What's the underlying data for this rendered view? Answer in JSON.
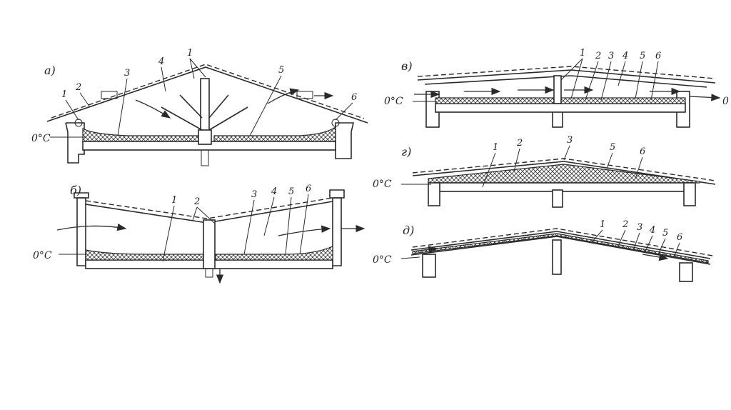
{
  "panels": {
    "a": {
      "label": "а)",
      "temp": "0°C",
      "callouts": [
        "1",
        "2",
        "3",
        "4",
        "1",
        "5",
        "6"
      ]
    },
    "b": {
      "label": "б)",
      "temp": "0°C",
      "callouts": [
        "1",
        "2",
        "3",
        "4",
        "5",
        "6"
      ]
    },
    "v": {
      "label": "в)",
      "temp": "0°C",
      "temp_right": "0",
      "callouts": [
        "1",
        "2",
        "3",
        "4",
        "5",
        "6"
      ]
    },
    "g": {
      "label": "г)",
      "temp": "0°C",
      "callouts": [
        "1",
        "2",
        "3",
        "5",
        "6"
      ]
    },
    "d": {
      "label": "д)",
      "temp": "0°C",
      "callouts": [
        "1",
        "2",
        "3",
        "4",
        "5",
        "6"
      ]
    }
  }
}
